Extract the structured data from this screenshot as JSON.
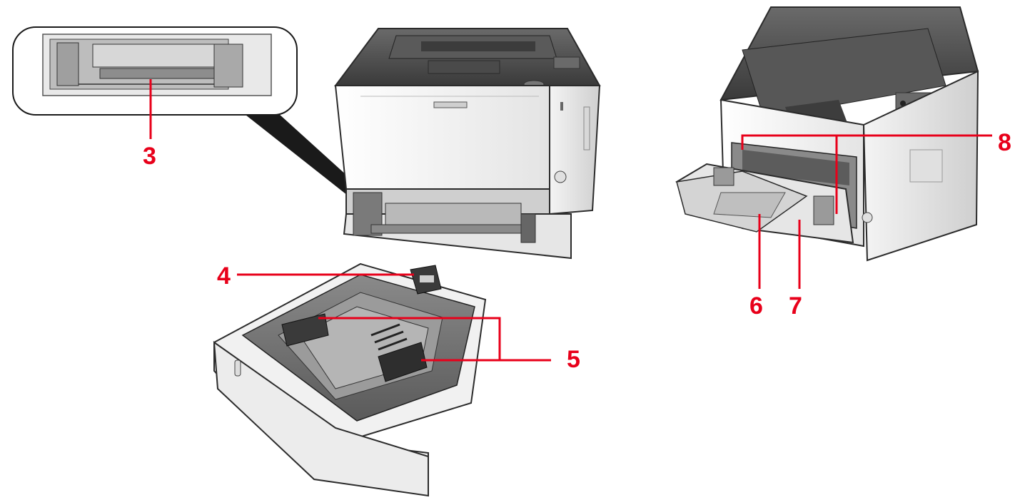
{
  "callouts": {
    "c3": "3",
    "c4": "4",
    "c5": "5",
    "c6": "6",
    "c7": "7",
    "c8": "8"
  },
  "colors": {
    "callout": "#e8001a",
    "body_light": "#f2f2f2",
    "body_mid": "#d9d9d9",
    "body_dark": "#9a9a9a",
    "top_dark": "#4a4a4a",
    "outline": "#2b2b2b"
  }
}
